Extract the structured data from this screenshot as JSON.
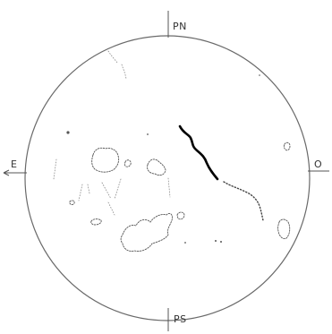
{
  "labels": {
    "north": "PN",
    "south": "PS",
    "east": "E",
    "west": "O"
  }
}
